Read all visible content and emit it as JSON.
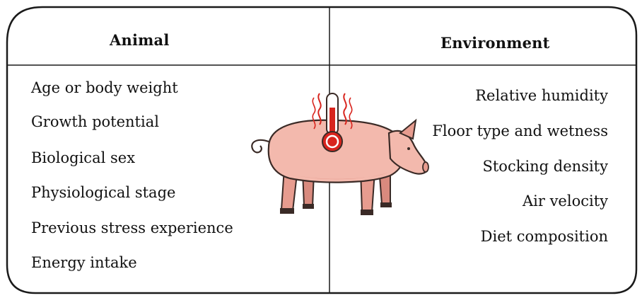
{
  "animal": {
    "heading": "Animal",
    "factors": [
      "Age or body weight",
      "Growth potential",
      "Biological sex",
      "Physiological stage",
      "Previous stress experience",
      "Energy intake"
    ]
  },
  "environment": {
    "heading": "Environment",
    "factors": [
      "Relative humidity",
      "Floor type and wetness",
      "Stocking density",
      "Air velocity",
      "Diet composition"
    ]
  },
  "illustration": {
    "subject": "pig-with-thermometer-icon",
    "colors": {
      "pig_body": "#f3b9ad",
      "pig_shade": "#e79c8f",
      "thermometer_red": "#d8241d",
      "outline": "#3a2a26"
    }
  }
}
